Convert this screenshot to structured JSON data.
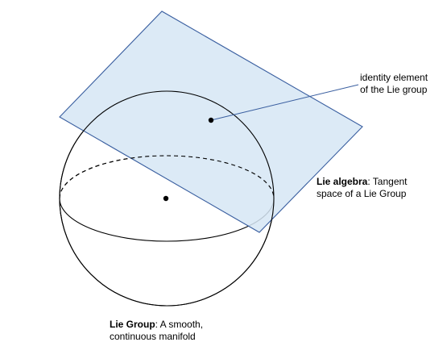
{
  "colors": {
    "plane_fill": "#d6e6f5",
    "plane_stroke": "#3a5fa0",
    "sphere_stroke": "#000000",
    "point_fill": "#000000"
  },
  "labels": {
    "identity": {
      "line1": "identity element",
      "line2": "of the Lie group"
    },
    "algebra": {
      "bold": "Lie algebra",
      "rest": ": Tangent",
      "line2": "space of a Lie Group"
    },
    "group": {
      "bold": "Lie Group",
      "rest": ": A smooth,",
      "line2": "continuous manifold"
    }
  }
}
